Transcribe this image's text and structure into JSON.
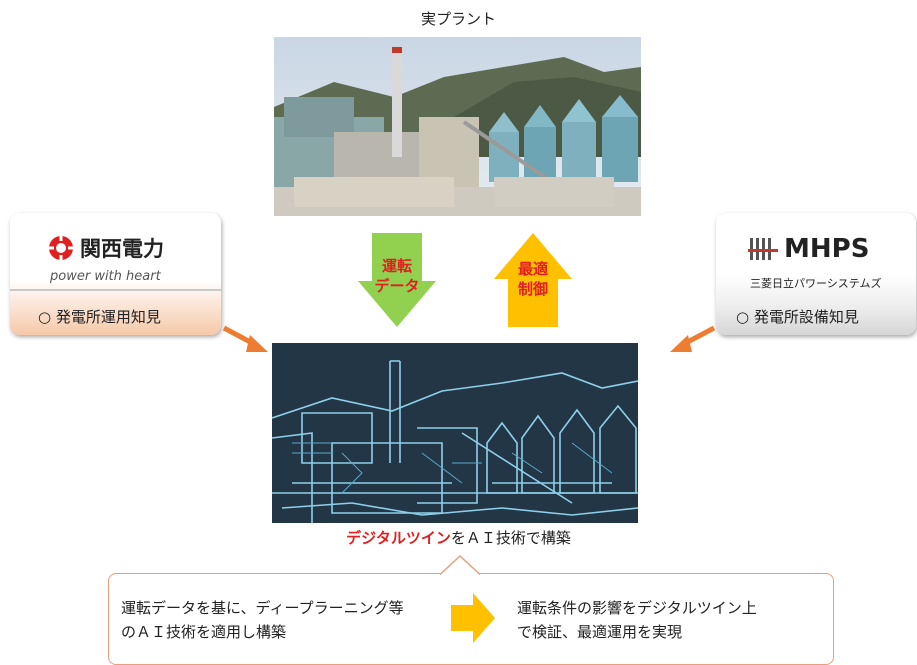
{
  "plant": {
    "title": "実プラント"
  },
  "arrows": {
    "down_label": [
      "運転",
      "データ"
    ],
    "up_label": [
      "最適",
      "制御"
    ]
  },
  "kansai": {
    "name": "関西電力",
    "slogan": "power with heart",
    "caption": "○ 発電所運用知見"
  },
  "mhps": {
    "name": "MHPS",
    "sub": "三菱日立パワーシステムズ",
    "caption": "○ 発電所設備知見"
  },
  "twin": {
    "caption_highlight": "デジタルツイン",
    "caption_rest": "をＡＩ技術で構築"
  },
  "callout": {
    "left_lines": [
      "運転データを基に、ディープラーニング等",
      "のＡＩ技術を適用し構築"
    ],
    "right_lines": [
      "運転条件の影響をデジタルツイン上",
      "で検証、最適運用を実現"
    ]
  },
  "colors": {
    "down_arrow": "#92d050",
    "up_arrow": "#ffc000",
    "accent_red": "#e02020",
    "orange_arrow": "#ed7d31"
  }
}
